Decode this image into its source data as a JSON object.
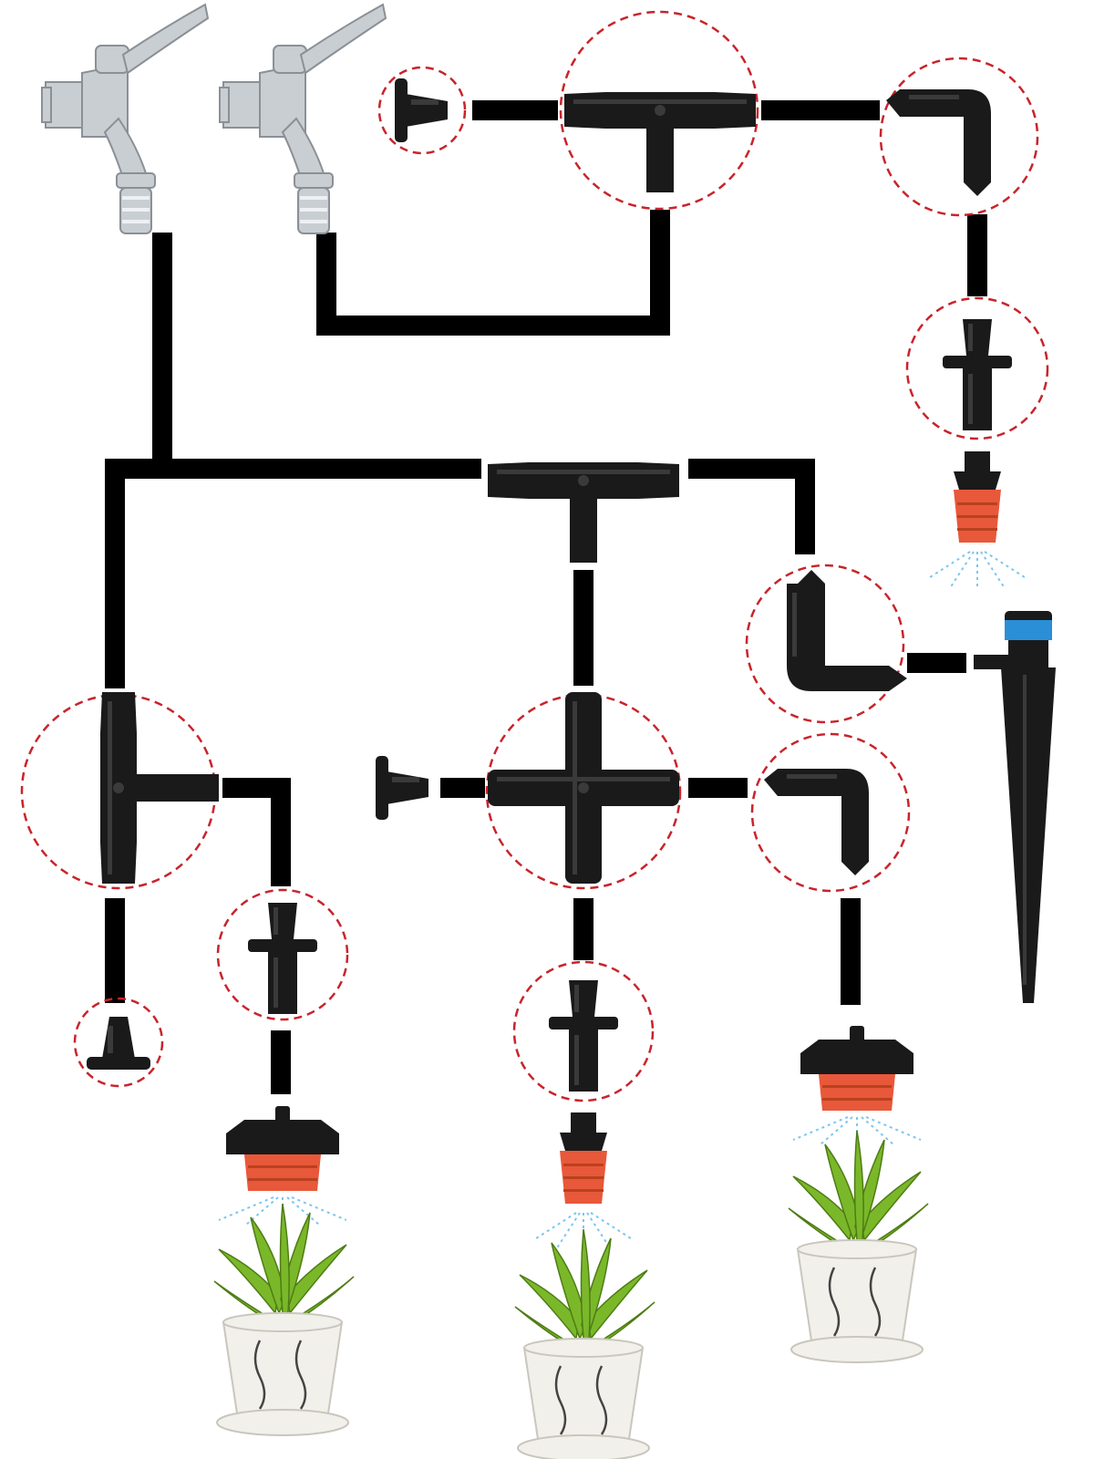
{
  "title": "",
  "colors": {
    "pipe": "#000000",
    "fitting": "#1a1a1a",
    "highlight_ring": "#c8242b",
    "emitter_orange": "#e8583a",
    "stake_cap_blue": "#2a8fd6",
    "plant_green": "#7ab82a",
    "pot": "#f2f0ea",
    "spray": "#7cc6ee"
  },
  "components": [
    {
      "id": "faucet-1",
      "kind": "faucet",
      "icon": "faucet-icon"
    },
    {
      "id": "faucet-2",
      "kind": "faucet",
      "icon": "faucet-icon"
    },
    {
      "id": "end-plug-top",
      "kind": "end-plug",
      "icon": "end-plug-icon",
      "highlighted": true
    },
    {
      "id": "tee-top",
      "kind": "tee-connector",
      "icon": "tee-connector-icon",
      "highlighted": true
    },
    {
      "id": "elbow-top-right",
      "kind": "elbow-connector",
      "icon": "elbow-connector-icon",
      "highlighted": true
    },
    {
      "id": "coupler-top-right",
      "kind": "barbed-coupler",
      "icon": "barbed-coupler-icon",
      "highlighted": true
    },
    {
      "id": "mist-nozzle-right",
      "kind": "mist-nozzle",
      "icon": "mist-nozzle-icon"
    },
    {
      "id": "tee-middle",
      "kind": "tee-connector",
      "icon": "tee-connector-icon"
    },
    {
      "id": "elbow-middle-right",
      "kind": "elbow-connector",
      "icon": "elbow-connector-icon",
      "highlighted": true
    },
    {
      "id": "stake-sprinkler",
      "kind": "stake-sprinkler",
      "icon": "stake-sprinkler-icon"
    },
    {
      "id": "tee-left",
      "kind": "tee-connector",
      "icon": "tee-connector-icon",
      "highlighted": true
    },
    {
      "id": "end-plug-left",
      "kind": "end-plug",
      "icon": "end-plug-icon",
      "highlighted": true
    },
    {
      "id": "coupler-left",
      "kind": "barbed-coupler",
      "icon": "barbed-coupler-icon",
      "highlighted": true
    },
    {
      "id": "dripper-left",
      "kind": "adjustable-dripper",
      "icon": "adjustable-dripper-icon"
    },
    {
      "id": "potted-plant-left",
      "kind": "potted-plant",
      "icon": "potted-plant-icon"
    },
    {
      "id": "end-plug-center",
      "kind": "end-plug",
      "icon": "end-plug-icon"
    },
    {
      "id": "cross-connector",
      "kind": "cross-connector",
      "icon": "cross-connector-icon",
      "highlighted": true
    },
    {
      "id": "elbow-lower-right",
      "kind": "elbow-connector",
      "icon": "elbow-connector-icon",
      "highlighted": true
    },
    {
      "id": "coupler-center",
      "kind": "barbed-coupler",
      "icon": "barbed-coupler-icon",
      "highlighted": true
    },
    {
      "id": "mist-nozzle-center",
      "kind": "mist-nozzle",
      "icon": "mist-nozzle-icon"
    },
    {
      "id": "potted-plant-center",
      "kind": "potted-plant",
      "icon": "potted-plant-icon"
    },
    {
      "id": "dripper-right",
      "kind": "adjustable-dripper",
      "icon": "adjustable-dripper-icon"
    },
    {
      "id": "potted-plant-right",
      "kind": "potted-plant",
      "icon": "potted-plant-icon"
    }
  ]
}
